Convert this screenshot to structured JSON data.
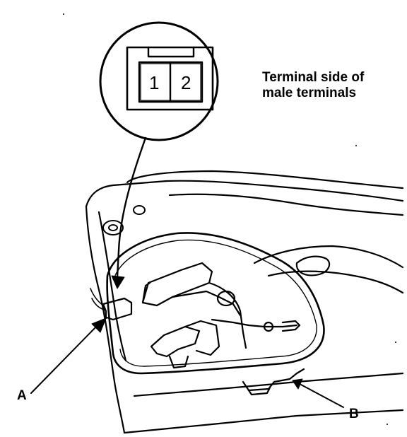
{
  "callout": {
    "line1": "Terminal side of",
    "line2": "male terminals"
  },
  "connector": {
    "pin_1": "1",
    "pin_2": "2"
  },
  "labels": {
    "a": "A",
    "b": "B"
  }
}
